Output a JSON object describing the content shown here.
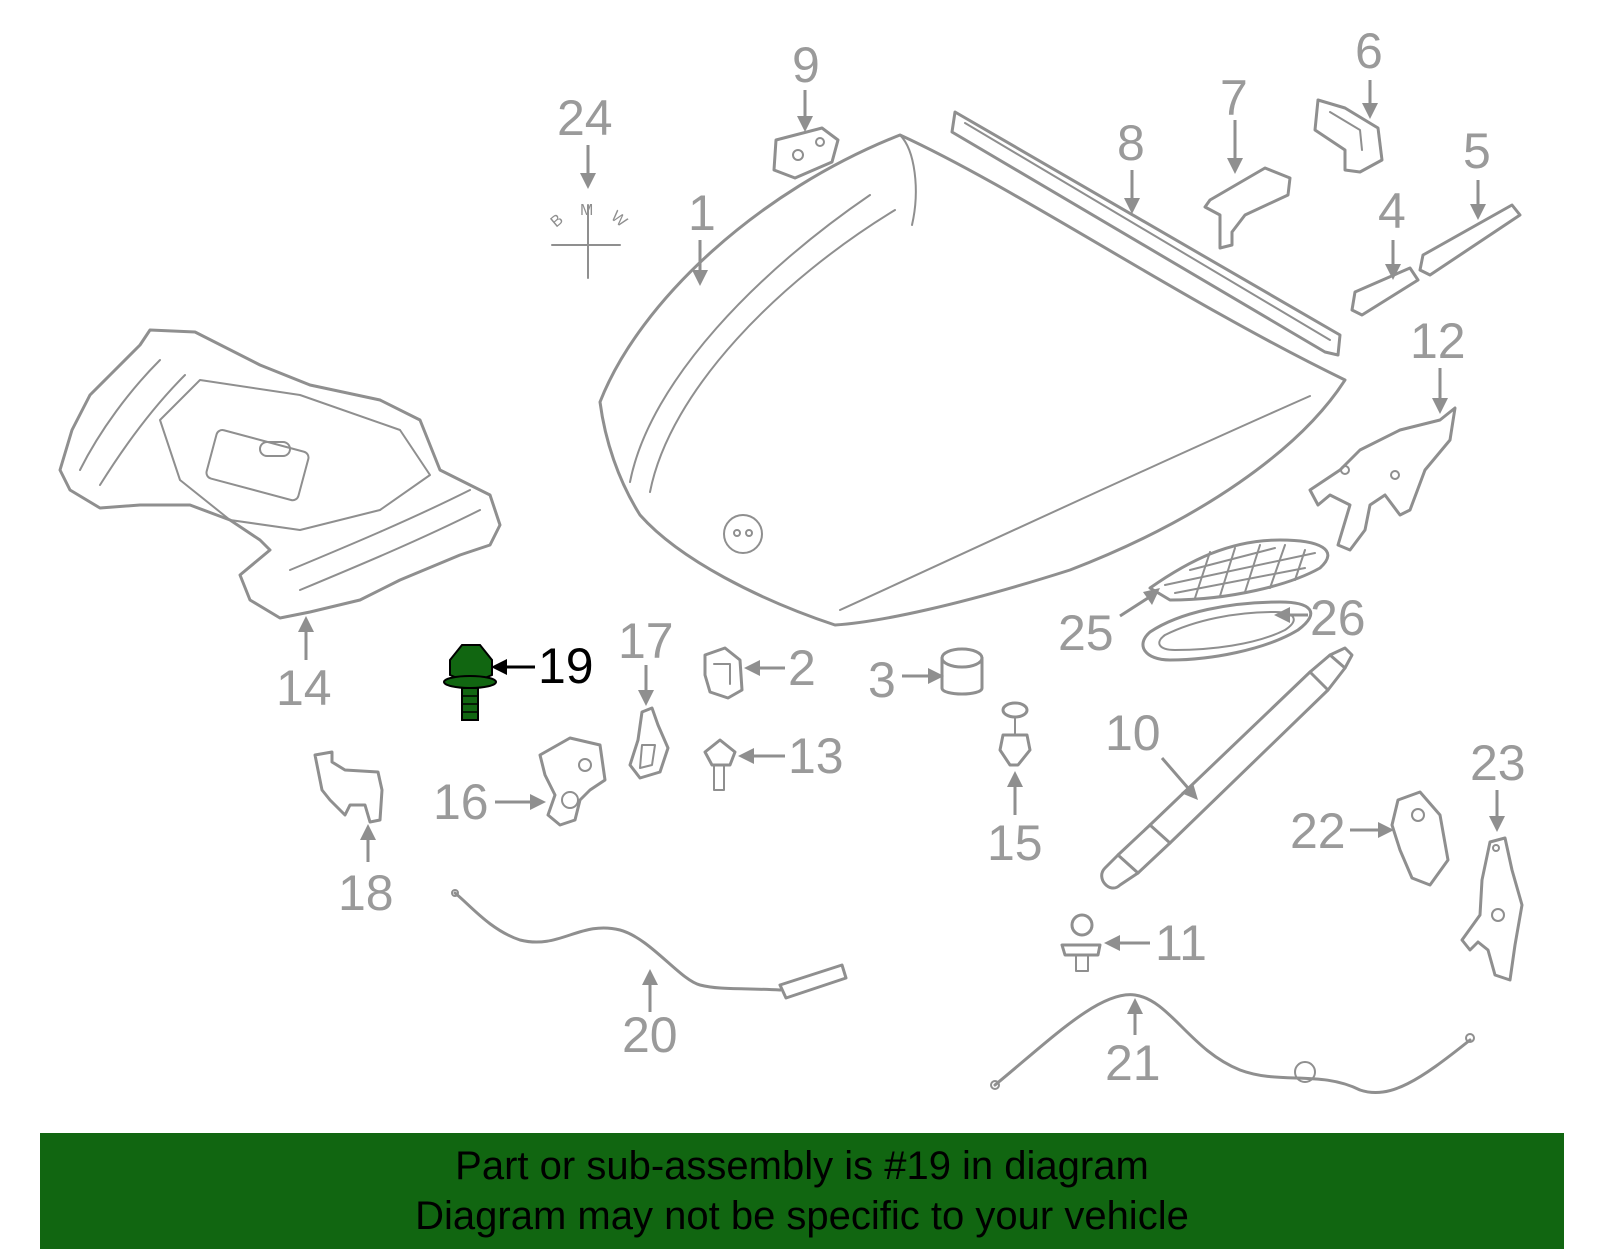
{
  "diagram": {
    "callouts": {
      "c1": "1",
      "c2": "2",
      "c3": "3",
      "c4": "4",
      "c5": "5",
      "c6": "6",
      "c7": "7",
      "c8": "8",
      "c9": "9",
      "c10": "10",
      "c11": "11",
      "c12": "12",
      "c13": "13",
      "c14": "14",
      "c15": "15",
      "c16": "16",
      "c17": "17",
      "c18": "18",
      "c19": "19",
      "c20": "20",
      "c21": "21",
      "c22": "22",
      "c23": "23",
      "c24": "24",
      "c25": "25",
      "c26": "26"
    },
    "highlighted_part": "19",
    "highlight_color": "#116611",
    "logo_letters": {
      "b": "B",
      "m": "M",
      "w": "W"
    }
  },
  "banner": {
    "line1": "Part or sub-assembly is #19 in diagram",
    "line2": "Diagram may not be specific to your vehicle",
    "background": "#116611"
  }
}
